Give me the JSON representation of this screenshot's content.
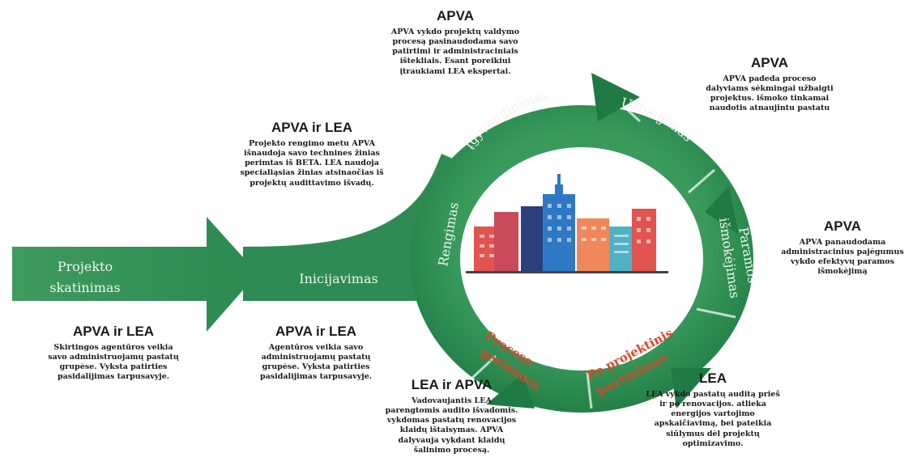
{
  "colors": {
    "green_dark": "#1e7b43",
    "green_mid": "#2e8b53",
    "green_light": "#4ea36b",
    "stage_text_light": "#eef5ef",
    "stage_text_red": "#d9472b",
    "building_red": "#e1544f",
    "building_blue": "#2f78c4",
    "building_orange": "#f0875a",
    "building_teal": "#4fb0c6",
    "building_navy": "#2b3f7c"
  },
  "icons": [
    "city-buildings-icon",
    "arrow-icon"
  ],
  "stages": {
    "project_promotion": [
      "Projekto",
      "skatinimas"
    ],
    "initiation": "Inicijavimas",
    "preparation": "Rengimas",
    "implementation": "Įgyvendinimas",
    "completion": "Užbaigimas",
    "payment": [
      "Paramos",
      "išmokėjimas"
    ],
    "post_project": [
      "Po projektinis",
      "įvertinimas"
    ],
    "process_improvement": [
      "Proceso",
      "gerinimas"
    ]
  },
  "blocks": {
    "promotion": {
      "heading": "APVA ir LEA",
      "lines": [
        "Skirtingos agentūros veikia",
        "savo administruojamų pastatų",
        "grupėse. Vyksta patirties",
        "pasidalijimas tarpusavyje."
      ]
    },
    "initiation": {
      "heading": "APVA ir LEA",
      "lines": [
        "Agentūros veikia savo",
        "administruojamų pastatų",
        "grupėse. Vyksta patirties",
        "pasidalijimas tarpusavyje."
      ]
    },
    "preparation": {
      "heading": "APVA ir LEA",
      "lines": [
        "Projekto rengimo metu APVA",
        "išnaudoja savo technines žinias",
        "perimtas iš BETA. LEA naudoja",
        "specialiąsias žinias atsinaočias iš",
        "projektų audittavimo išvadų."
      ]
    },
    "implementation": {
      "heading": "APVA",
      "lines": [
        "APVA vykdo projektų valdymo",
        "procesą pasinaudodama savo",
        "patirtimi ir administraciniais",
        "ištekliais. Esant poreikiui",
        "įtraukiami LEA ekspertai."
      ]
    },
    "completion": {
      "heading": "APVA",
      "lines": [
        "APVA padeda proceso",
        "dalyviams sėkmingai užbaigti",
        "projektus. išmoko tinkamai",
        "naudotis atnaujintu pastatu"
      ]
    },
    "payment": {
      "heading": "APVA",
      "lines": [
        "APVA panaudodama",
        "administracinius pajėgumus",
        "vykdo efektyvų paramos",
        "išmokėjimą"
      ]
    },
    "post_project": {
      "heading": "LEA",
      "lines": [
        "LEA vykdo pastatų auditą prieš",
        "ir po renovacijos. atlieka",
        "energijos vartojimo",
        "apskaičiavimą, bei pateikia",
        "siūlymus dėl projektų",
        "optimizavimo."
      ]
    },
    "improvement": {
      "heading": "LEA ir APVA",
      "lines": [
        "Vadovaujantis LEA",
        "parengtomis audito išvadomis.",
        "vykdomas pastatų renovacijos",
        "klaidų ištaisymas. APVA",
        "dalyvauja vykdant klaidų",
        "šalinimo procesą."
      ]
    }
  }
}
